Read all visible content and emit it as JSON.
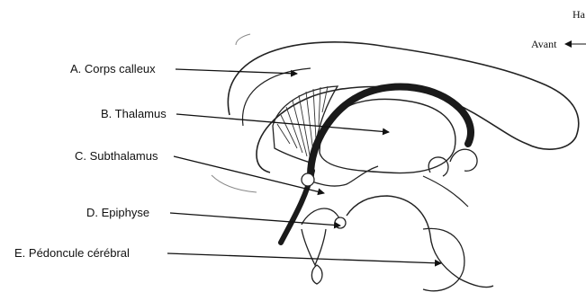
{
  "orientation": {
    "top_label": "Ha",
    "front_label": "Avant"
  },
  "labels": [
    {
      "letter": "A",
      "text": "A. Corps calleux"
    },
    {
      "letter": "B",
      "text": "B. Thalamus"
    },
    {
      "letter": "C",
      "text": "C. Subthalamus"
    },
    {
      "letter": "D",
      "text": "D. Epiphyse"
    },
    {
      "letter": "E",
      "text": "E. Pédoncule cérébral"
    }
  ]
}
